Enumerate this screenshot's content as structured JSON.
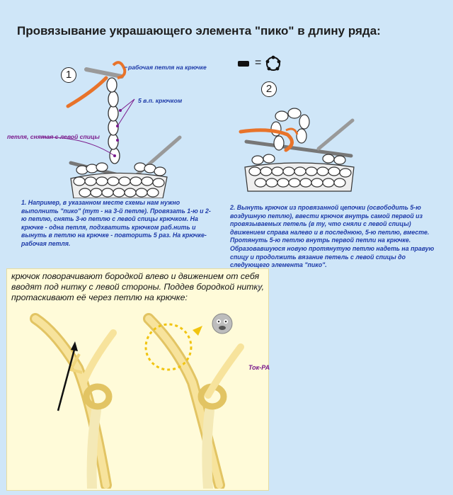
{
  "title": "Провязывание украшающего элемента \"пико\" в длину ряда:",
  "step1": {
    "number": "1",
    "label_working_loop": "рабочая петля на крючке",
    "label_chain": "5 в.п. крючком",
    "label_left_needle": "петля, снятая с левой спицы",
    "description": "1. Например, в указанном месте  схемы нам нужно выполнить \"пико\"  (тут - на 3-й петле). Провязать  1-ю и 2-ю петлю,  снять  3-ю петлю с левой спицы крючком.   На крючке - одна петля,  подхватить крючком раб.нить и вынуть в петлю на крючке - повторить 5 раз.    На крючке- рабочая петля."
  },
  "step2": {
    "number": "2",
    "legend_equals": "=",
    "description": "2.  Вынуть крючок из провязанной цепочки (освободить 5-ю воздушную петлю),  ввести  крючок внутрь  самой первой из провязываемых петель (в ту, что сняли с левой спицы) движением  справа налево  и в последнюю, 5-ю петлю, вместе. Протянуть 5-ю петлю внутрь первой петли на крючке.  Образовавшуюся новую  протянутую петлю надеть на правую спицу  и продолжить вязание петель с левой спицы до следующего  элемента \"пико\"."
  },
  "photo_note": "крючок поворачивают бородкой влево и движением от себя вводят под нитку с левой стороны. Поддев бородкой  нитку, протаскивают её через петлю на крючке:",
  "signature": "Ток-РА",
  "colors": {
    "background": "#cfe6f8",
    "working_yarn": "#e8732a",
    "label_blue": "#1d3aa8",
    "label_purple": "#7a1a8c",
    "photo_background": "#fffbd9",
    "hook_yellow": "#f3d75a"
  },
  "icons": [
    "crochet-hook-icon",
    "chain-stitch-symbol-icon",
    "picot-symbol-icon",
    "tilted-head-sticker-icon",
    "arrow-icon"
  ]
}
